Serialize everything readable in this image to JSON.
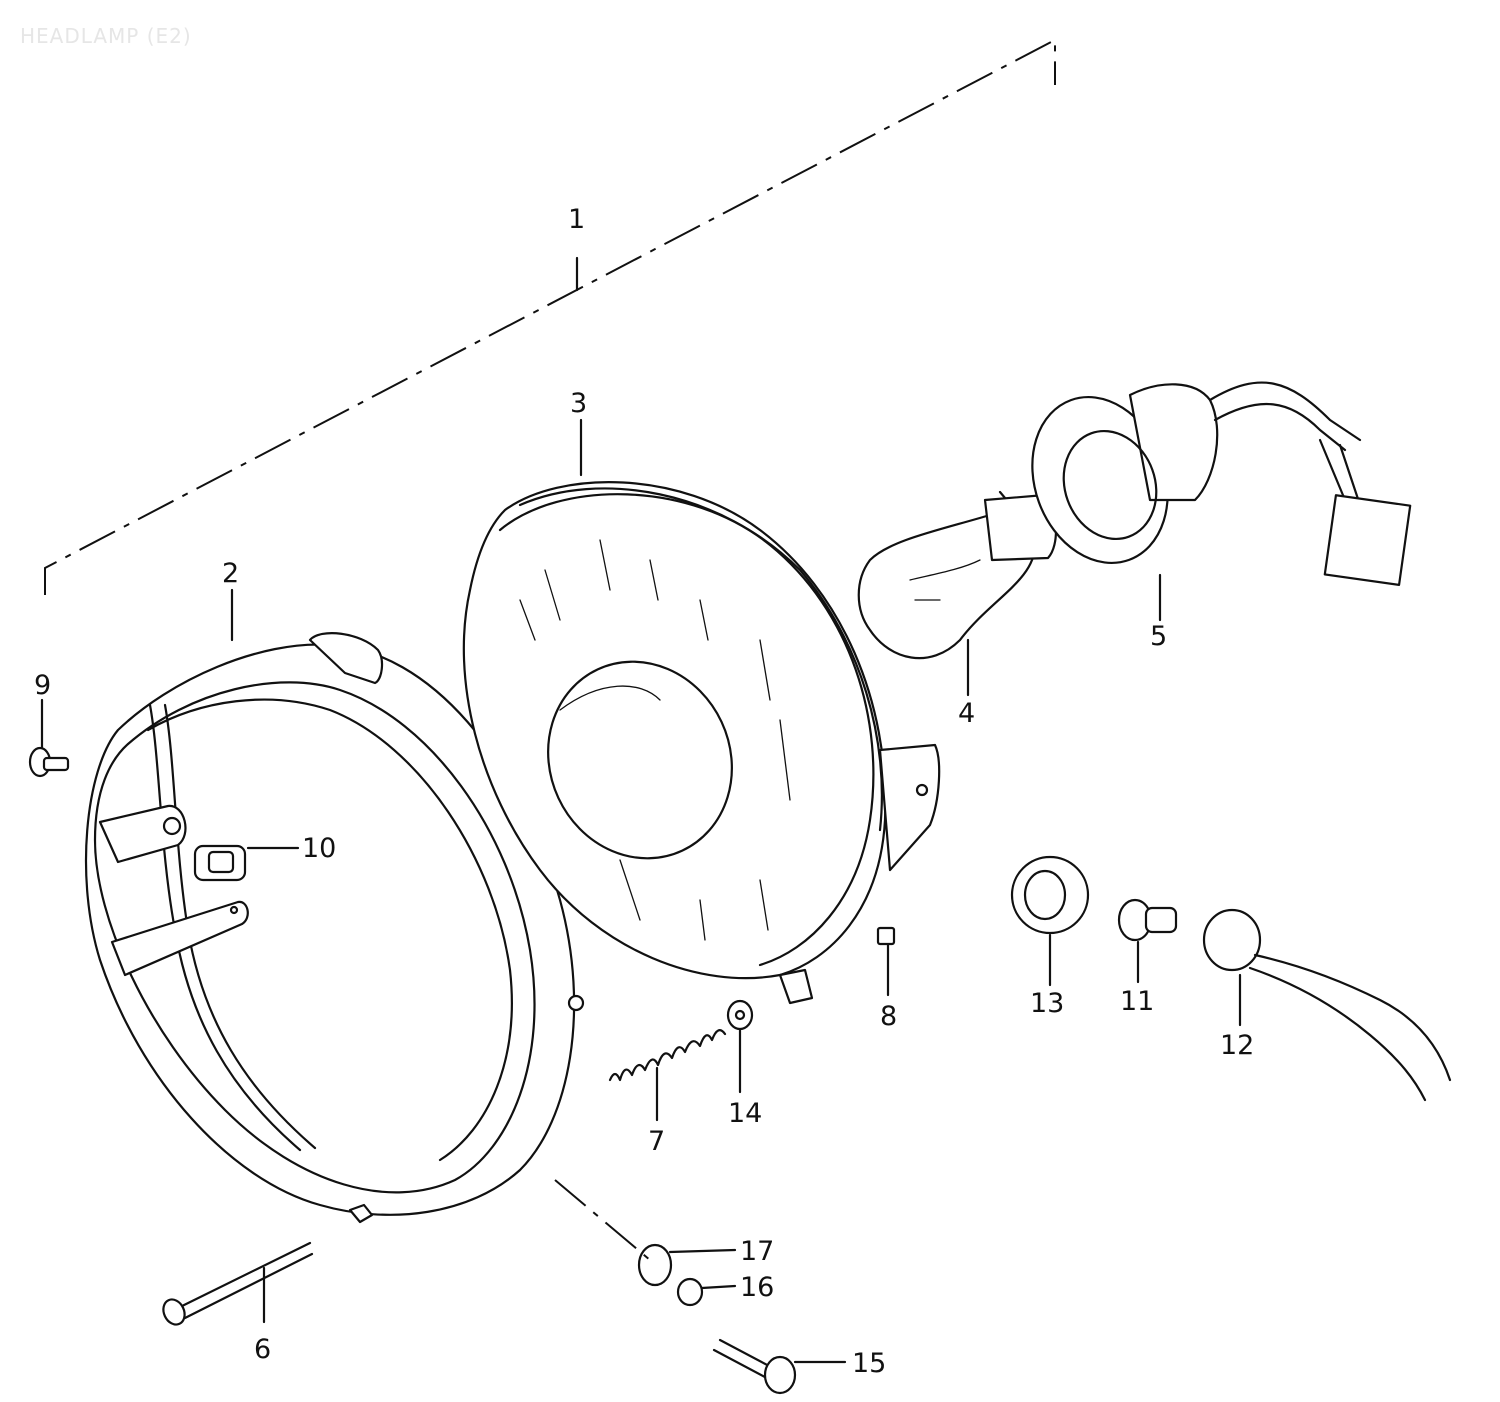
{
  "title": "HEADLAMP (E2)",
  "callouts": [
    "1",
    "2",
    "3",
    "4",
    "5",
    "6",
    "7",
    "8",
    "9",
    "10",
    "11",
    "12",
    "13",
    "14",
    "15",
    "16",
    "17"
  ]
}
